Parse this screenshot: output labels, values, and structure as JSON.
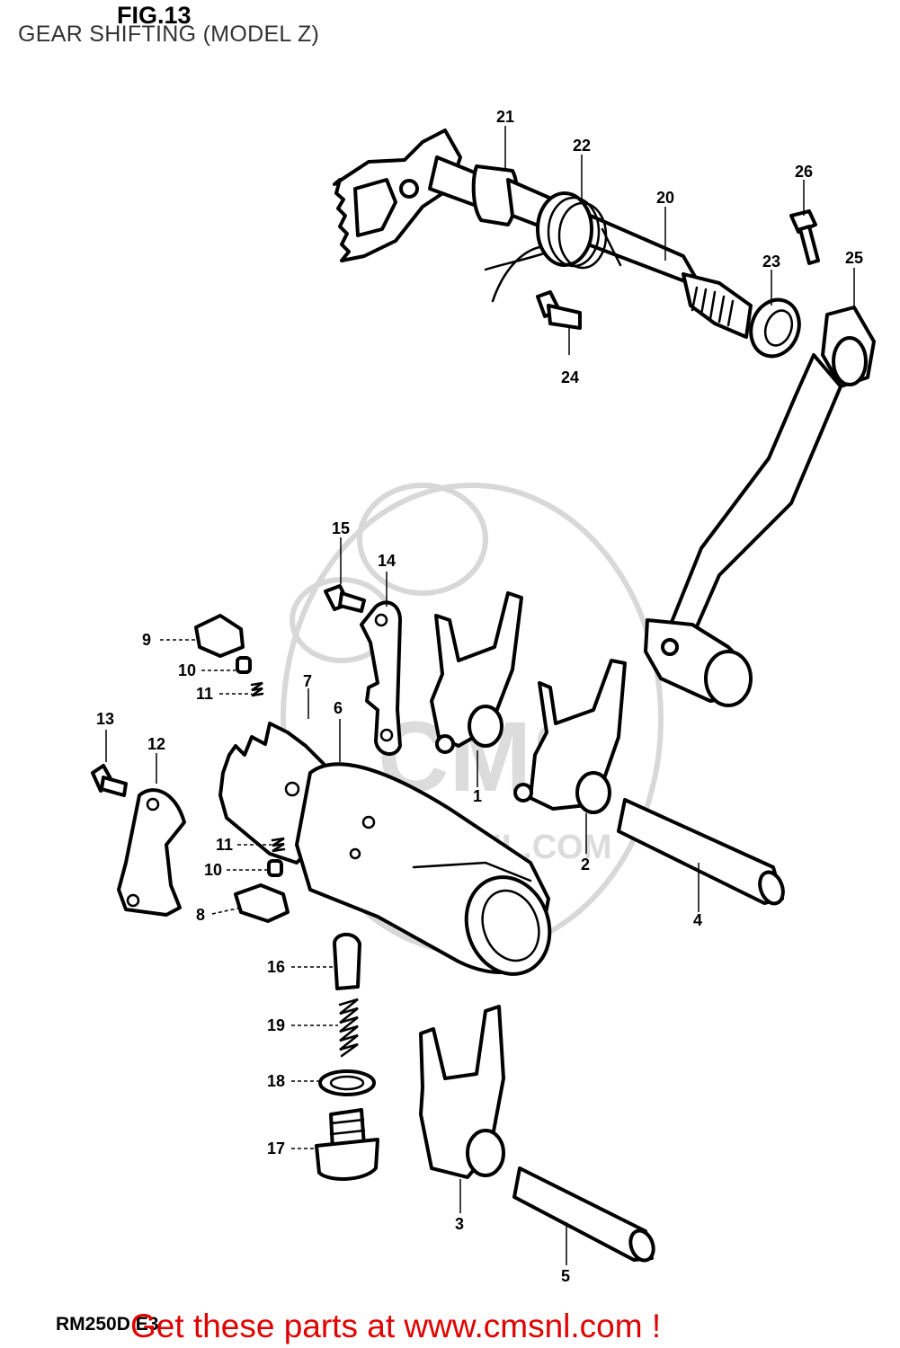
{
  "figure": {
    "title": "FIG.13",
    "subtitle": "GEAR SHIFTING (MODEL Z)"
  },
  "watermark": {
    "logo_text": "CMS",
    "url": "WWW.CMSNL.COM"
  },
  "callouts": {
    "p1": "1",
    "p2": "2",
    "p3": "3",
    "p4": "4",
    "p5": "5",
    "p6": "6",
    "p7": "7",
    "p8": "8",
    "p9": "9",
    "p10a": "10",
    "p10b": "10",
    "p11a": "11",
    "p11b": "11",
    "p12": "12",
    "p13": "13",
    "p14": "14",
    "p15": "15",
    "p16": "16",
    "p17": "17",
    "p18": "18",
    "p19": "19",
    "p20": "20",
    "p21": "21",
    "p22": "22",
    "p23": "23",
    "p24": "24",
    "p25": "25",
    "p26": "26"
  },
  "footer": {
    "model_code": "RM250D E3",
    "promo": "Get these parts at www.cmsnl.com !"
  },
  "colors": {
    "promo_text": "#e00000",
    "line_art": "#000000",
    "watermark": "#d8d8d8"
  }
}
